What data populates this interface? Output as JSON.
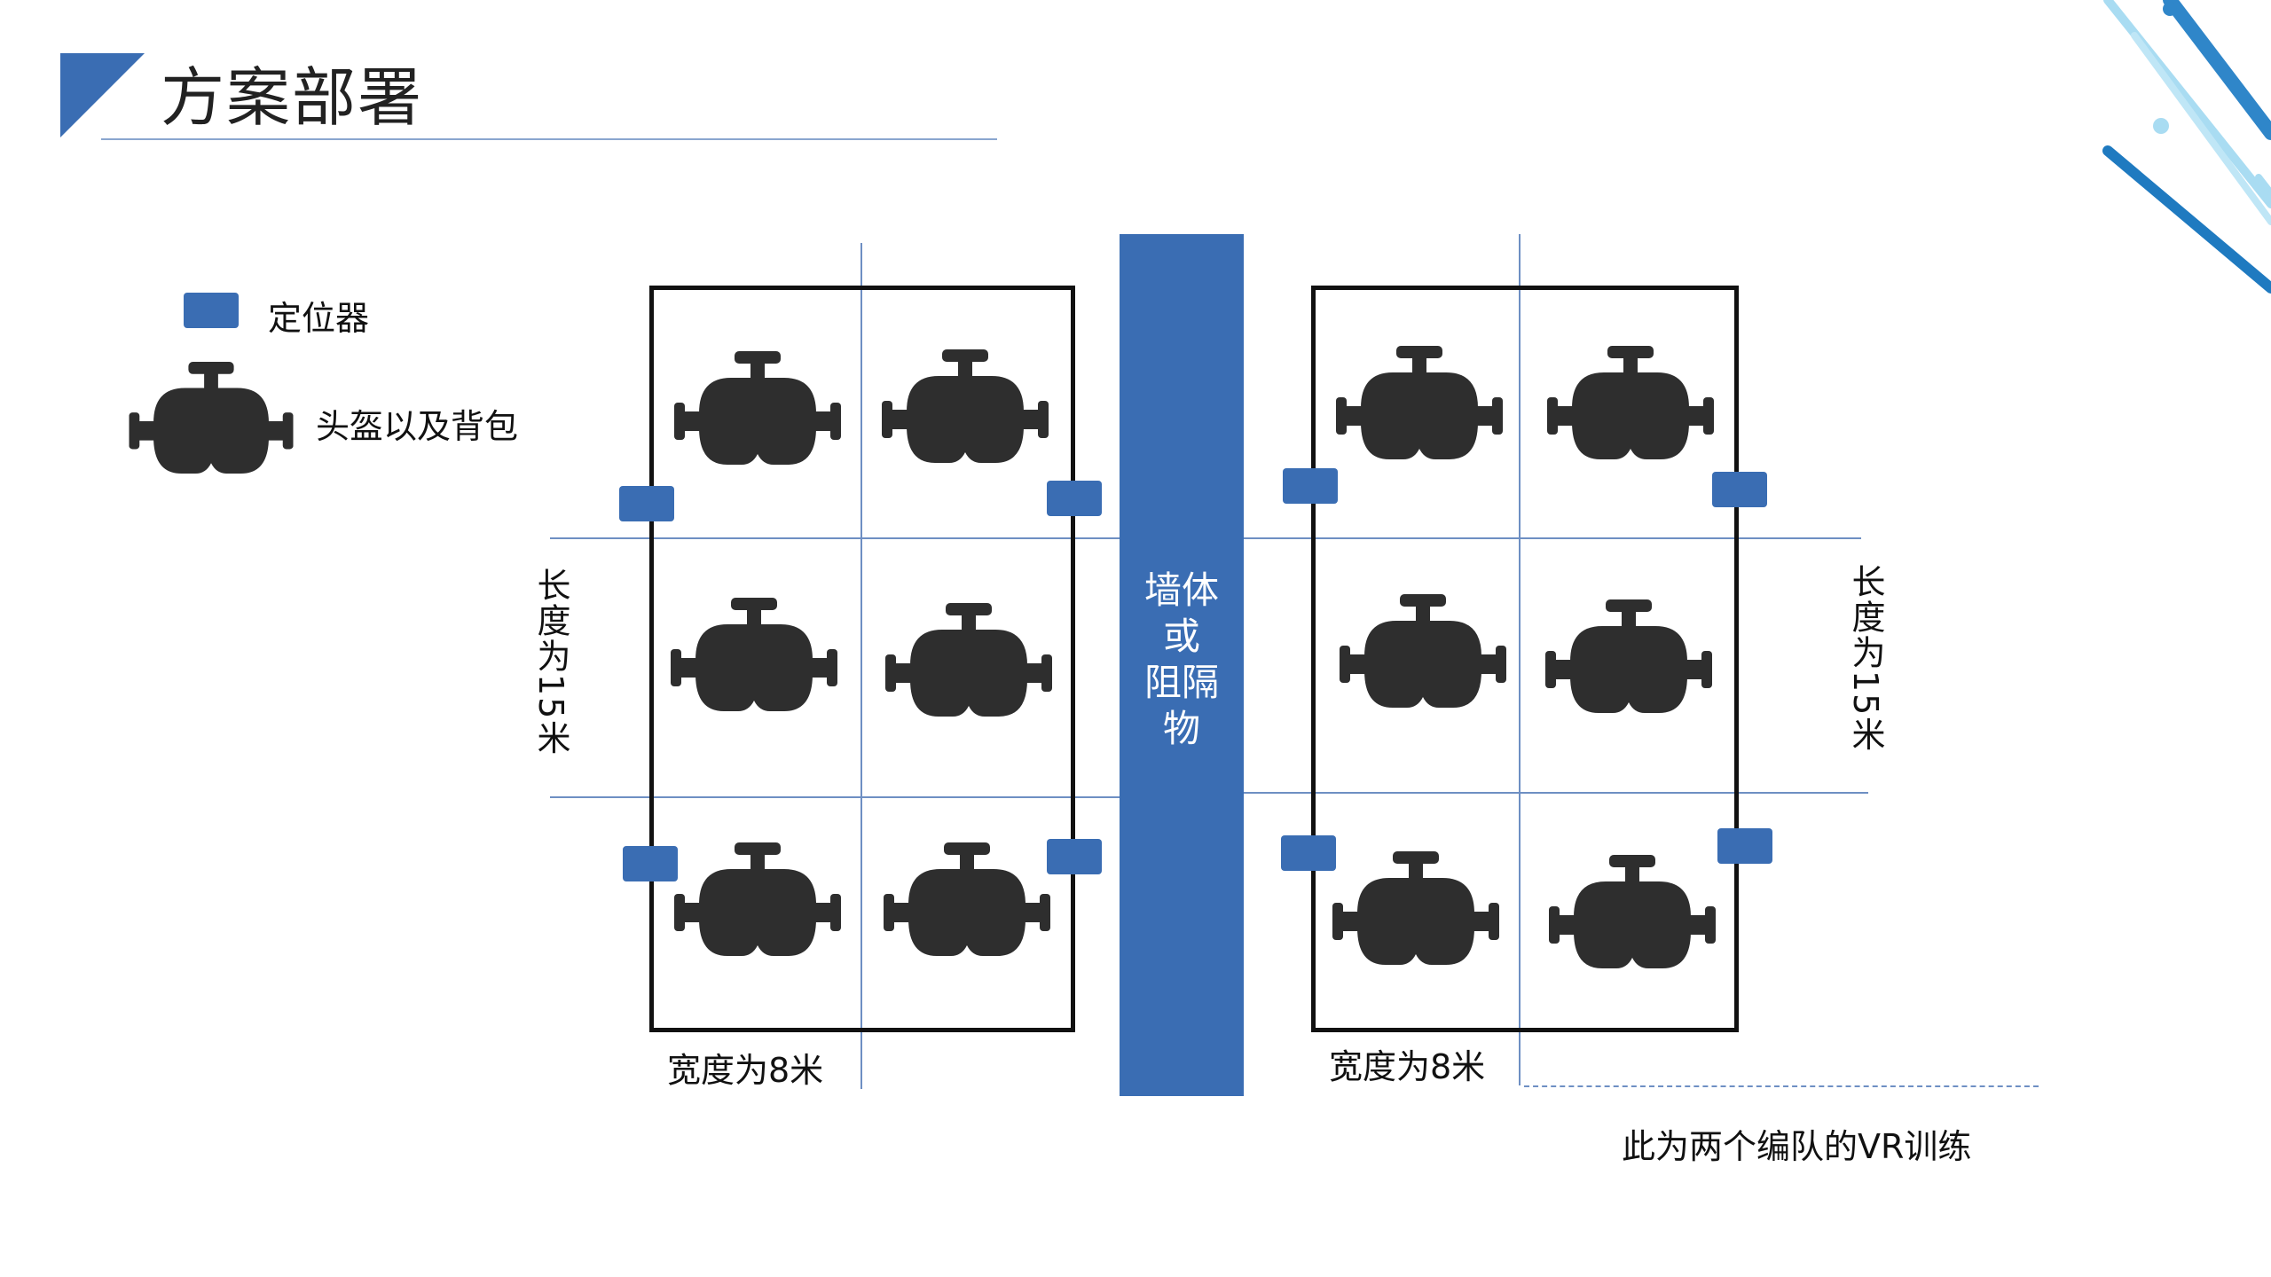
{
  "title": "方案部署",
  "legend": {
    "locator_label": "定位器",
    "headset_label": "头盔以及背包"
  },
  "wall_label": [
    "墙体",
    "或",
    "阻隔",
    "物"
  ],
  "left_field": {
    "length_label": "长度为15米",
    "width_label": "宽度为8米"
  },
  "right_field": {
    "length_label": "长度为15米",
    "width_label": "宽度为8米"
  },
  "caption": "此为两个编队的VR训练",
  "colors": {
    "accent_blue": "#3a6db3",
    "thin_line": "#6e8fc3",
    "headset": "#2e2e2e",
    "field_border": "#111111"
  },
  "icons": [
    "vr-headset-icon",
    "locator-icon",
    "title-triangle-icon"
  ]
}
